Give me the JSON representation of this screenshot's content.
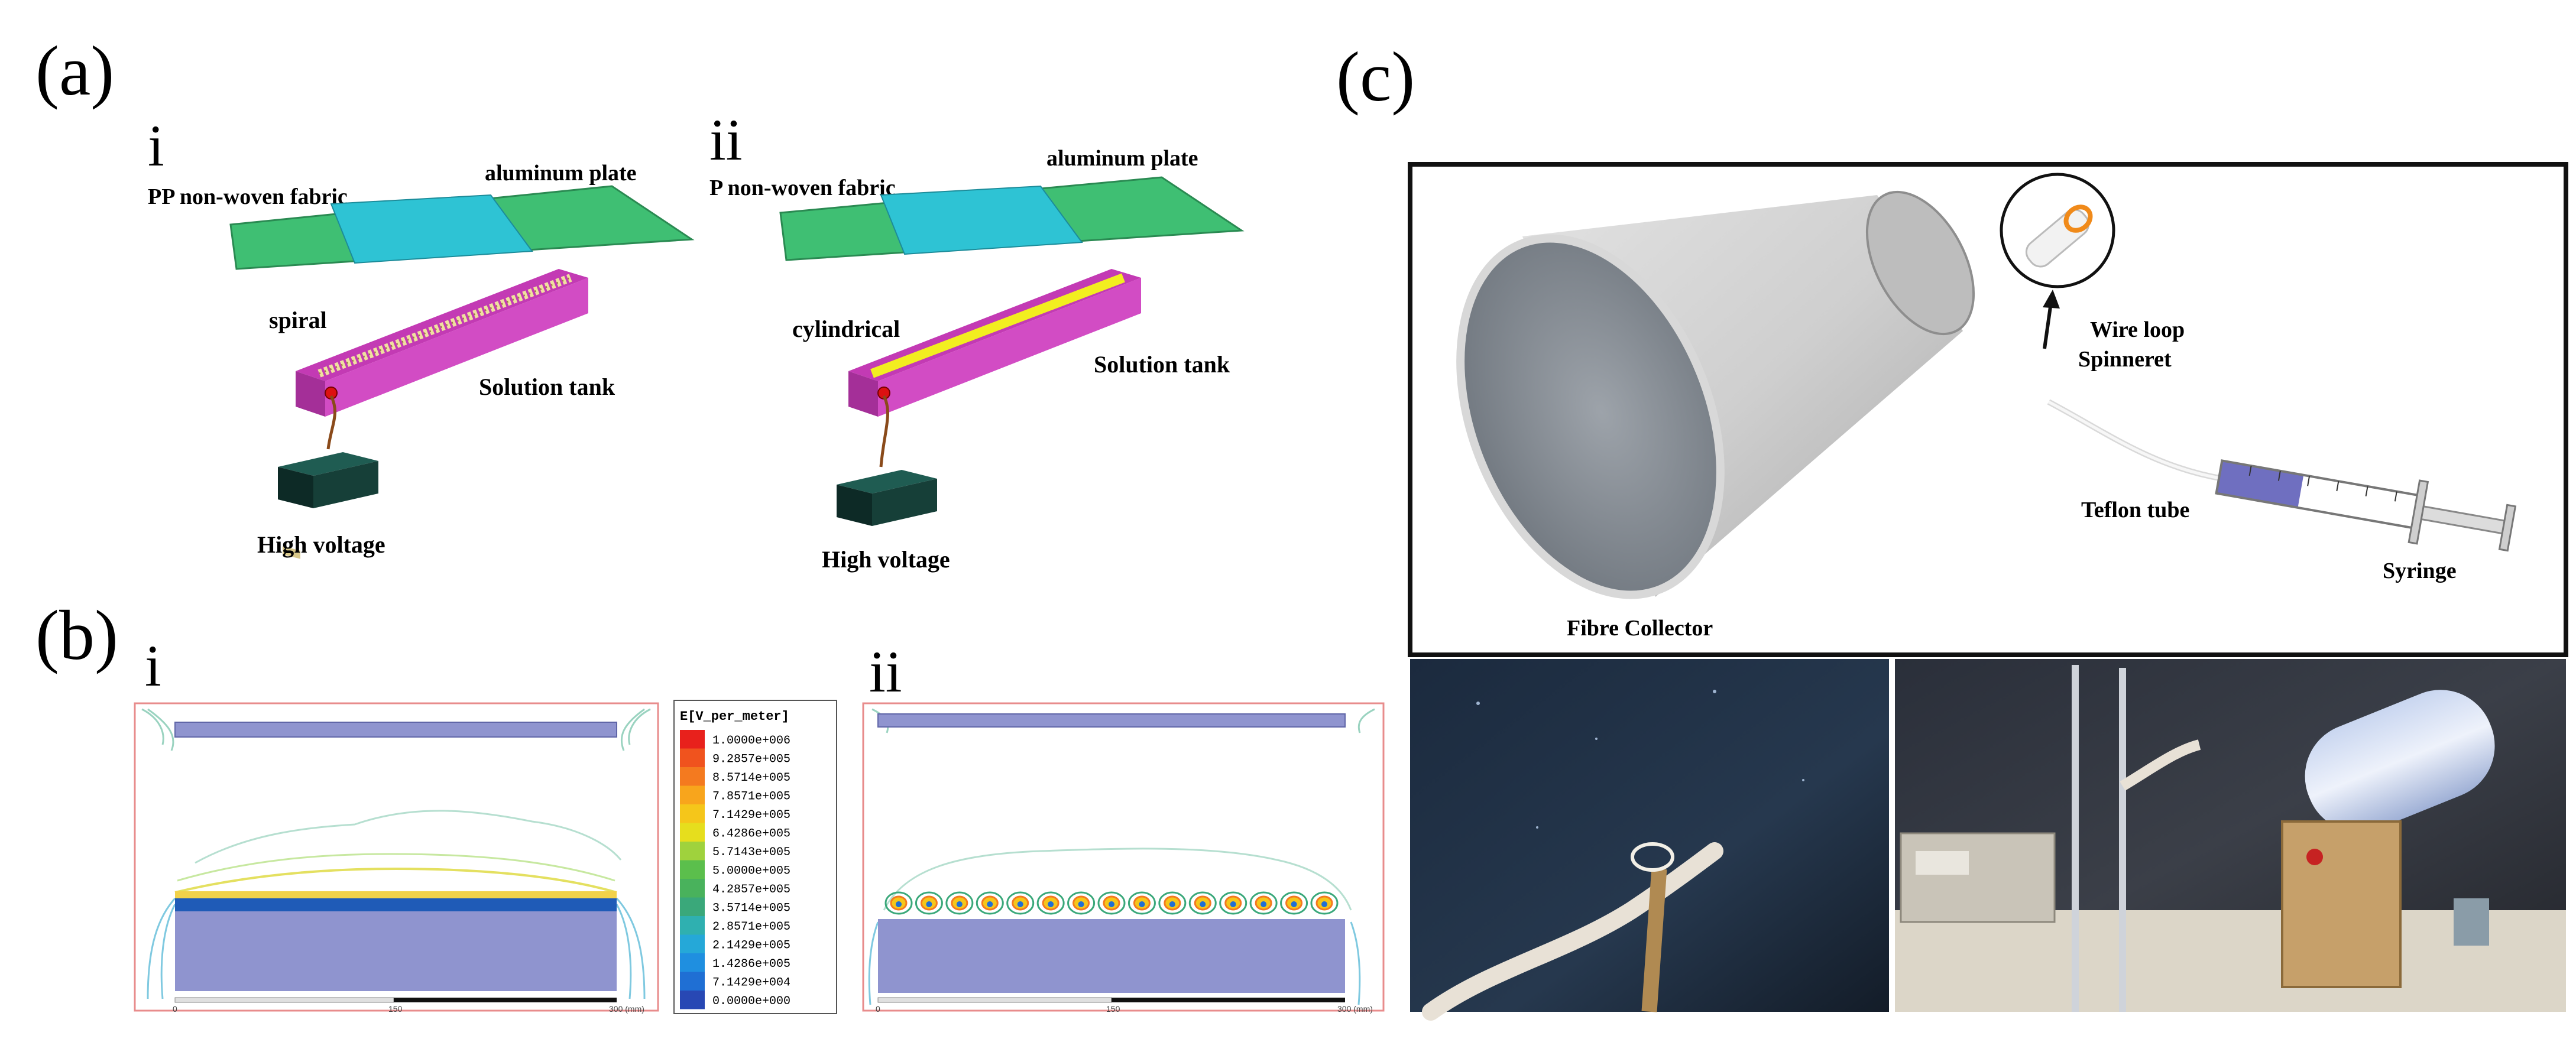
{
  "panel_a": {
    "label": "(a)",
    "i": {
      "numeral": "i",
      "fabric": "PP non-woven fabric",
      "plate": "aluminum plate",
      "electrode": "spiral",
      "tank": "Solution tank",
      "power": "High voltage"
    },
    "ii": {
      "numeral": "ii",
      "fabric": "P non-woven fabric",
      "plate": "aluminum plate",
      "electrode": "cylindrical",
      "tank": "Solution tank",
      "power": "High voltage"
    }
  },
  "panel_b": {
    "label": "(b)",
    "i_numeral": "i",
    "ii_numeral": "ii",
    "legend_title": "E[V_per_meter]",
    "legend_values": [
      "1.0000e+006",
      "9.2857e+005",
      "8.5714e+005",
      "7.8571e+005",
      "7.1429e+005",
      "6.4286e+005",
      "5.7143e+005",
      "5.0000e+005",
      "4.2857e+005",
      "3.5714e+005",
      "2.8571e+005",
      "2.1429e+005",
      "1.4286e+005",
      "7.1429e+004",
      "0.0000e+000"
    ],
    "legend_colors": [
      "#e8211c",
      "#f0531e",
      "#f47a1f",
      "#f8a51c",
      "#f5c61a",
      "#e6de1d",
      "#9fd23d",
      "#5bbf4c",
      "#49b25c",
      "#3aa87a",
      "#2fb0b0",
      "#25a8d8",
      "#1f8fe0",
      "#1f6fd4",
      "#2848b4"
    ],
    "scale_i": [
      "0",
      "150",
      "300 (mm)"
    ],
    "scale_ii": [
      "0",
      "150",
      "300 (mm)"
    ]
  },
  "panel_c": {
    "label": "(c)",
    "collector": "Fibre Collector",
    "spinneret_line1": "Wire loop",
    "spinneret_line2": "Spinneret",
    "tube": "Teflon tube",
    "syringe": "Syringe"
  }
}
